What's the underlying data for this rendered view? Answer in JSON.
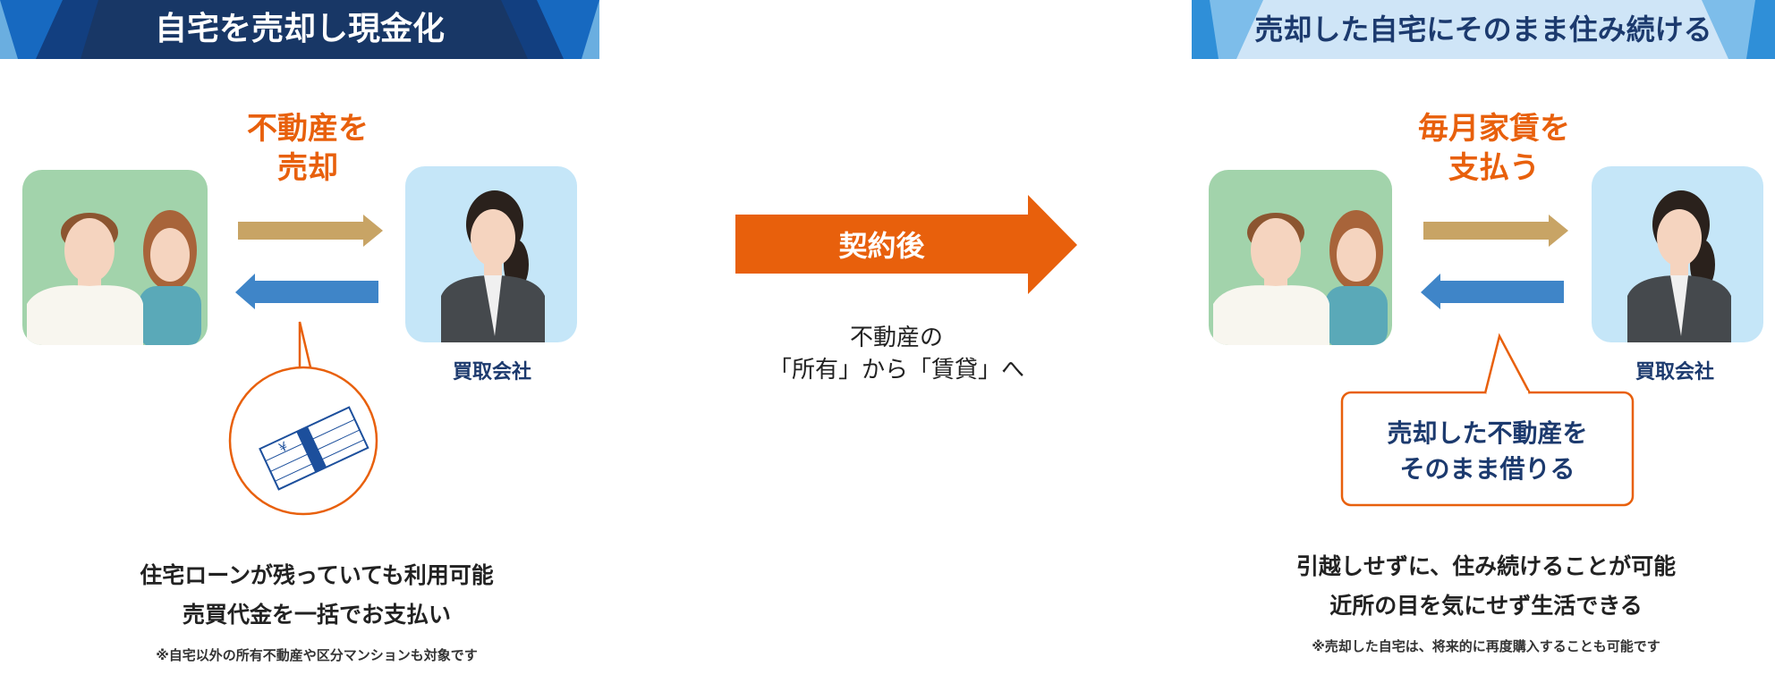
{
  "left": {
    "banner": "自宅を売却し現金化",
    "heading": [
      "不動産を",
      "売却"
    ],
    "company": "買取会社",
    "lines": [
      "住宅ローンが残っていても利用可能",
      "売買代金を一括でお支払い"
    ],
    "note": "※自宅以外の所有不動産や区分マンションも対象です"
  },
  "center": {
    "arrow_label": "契約後",
    "caption": [
      "不動産の",
      "「所有」から「賃貸」へ"
    ]
  },
  "right": {
    "banner": "売却した自宅にそのまま住み続ける",
    "heading": [
      "毎月家賃を",
      "支払う"
    ],
    "company": "買取会社",
    "callout": [
      "売却した不動産を",
      "そのまま借りる"
    ],
    "lines": [
      "引越しせずに、住み続けることが可能",
      "近所の目を気にせず生活できる"
    ],
    "note": "※売却した自宅は、将来的に再度購入することも可能です"
  },
  "colors": {
    "orange": "#e8600c",
    "navy": "#1c3a6e",
    "gold": "#c8a465",
    "blue": "#3f85c8"
  }
}
